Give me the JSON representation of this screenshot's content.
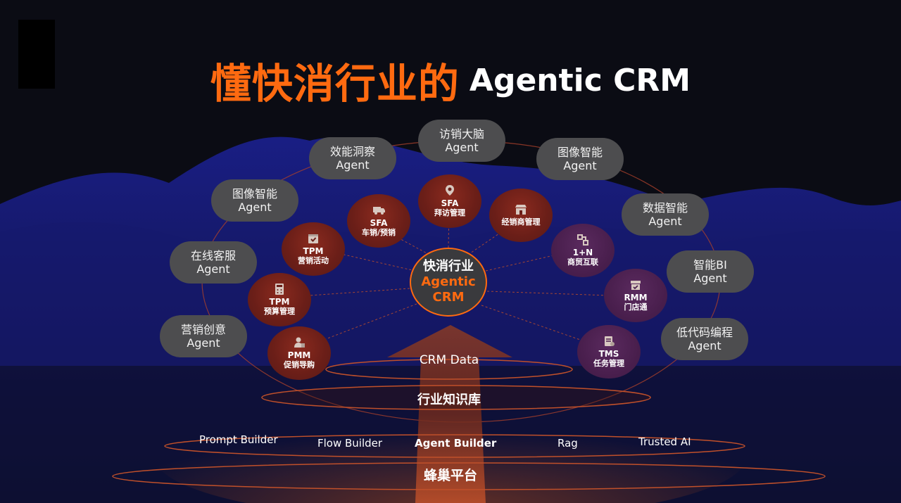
{
  "title": {
    "cn": "懂快消行业的",
    "en": "Agentic CRM"
  },
  "center": {
    "line1": "快消行业",
    "line2": "Agentic",
    "line3": "CRM"
  },
  "agents": [
    {
      "l1": "访销大脑",
      "l2": "Agent"
    },
    {
      "l1": "效能洞察",
      "l2": "Agent"
    },
    {
      "l1": "图像智能",
      "l2": "Agent"
    },
    {
      "l1": "图像智能",
      "l2": "Agent"
    },
    {
      "l1": "数据智能",
      "l2": "Agent"
    },
    {
      "l1": "在线客服",
      "l2": "Agent"
    },
    {
      "l1": "智能BI",
      "l2": "Agent"
    },
    {
      "l1": "营销创意",
      "l2": "Agent"
    },
    {
      "l1": "低代码编程",
      "l2": "Agent"
    }
  ],
  "modules": [
    {
      "code": "SFA",
      "name": "拜访管理",
      "icon": "map-pin-icon"
    },
    {
      "code": "SFA",
      "name": "车销/预销",
      "icon": "truck-icon"
    },
    {
      "code": "",
      "name": "经销商管理",
      "icon": "store-icon"
    },
    {
      "code": "TPM",
      "name": "营销活动",
      "icon": "calendar-check-icon"
    },
    {
      "code": "1+N",
      "name": "商贸互联",
      "icon": "link-blocks-icon"
    },
    {
      "code": "TPM",
      "name": "预算管理",
      "icon": "calculator-icon"
    },
    {
      "code": "RMM",
      "name": "门店通",
      "icon": "shop-check-icon"
    },
    {
      "code": "PMM",
      "name": "促销导购",
      "icon": "user-promo-icon"
    },
    {
      "code": "TMS",
      "name": "任务管理",
      "icon": "task-list-icon"
    }
  ],
  "layers": {
    "crm_data": "CRM Data",
    "knowledge": "行业知识库",
    "platform": "蜂巢平台"
  },
  "builders": [
    "Prompt Builder",
    "Flow Builder",
    "Agent Builder",
    "Rag",
    "Trusted AI"
  ],
  "colors": {
    "accent": "#ff6a10",
    "pill": "#4d4d4f",
    "module": "#6a1e18",
    "module_purple": "#4a1f4e",
    "background": "#0b0c14"
  }
}
